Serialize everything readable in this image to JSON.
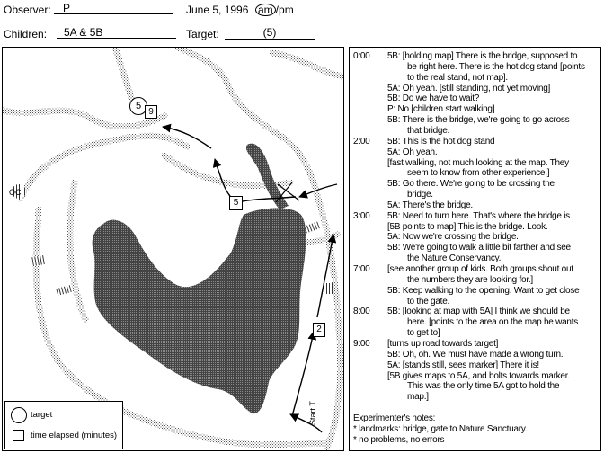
{
  "header": {
    "observer_label": "Observer:",
    "observer_value": "P",
    "date": "June 5, 1996",
    "am": "am",
    "pm": "pm",
    "children_label": "Children:",
    "children_value": "5A & 5B",
    "target_label": "Target:",
    "target_value": "(5)"
  },
  "map": {
    "target_marker": "5",
    "time_markers": [
      "9",
      "5",
      "2"
    ],
    "start_label": "Start T",
    "oc_label": "OC",
    "legend": {
      "target_label": "target",
      "time_label": "time elapsed (minutes)"
    }
  },
  "notes": {
    "lines": [
      {
        "t": "0:00",
        "s": "5B: [holding map] There is the bridge, supposed to"
      },
      {
        "s": "be right here.  There is the hot dog stand [points"
      },
      {
        "s": "to the real stand, not map]."
      },
      {
        "s": "5A:  Oh yeah.  [still standing, not yet moving]"
      },
      {
        "s": "5B:  Do we have to wait?"
      },
      {
        "s": "P:  No  [children start walking]"
      },
      {
        "s": "5B:  There is the bridge, we're going to go across"
      },
      {
        "s": "that bridge."
      },
      {
        "t": "2:00",
        "s": "5B:  This is the hot dog stand"
      },
      {
        "s": "5A: Oh yeah."
      },
      {
        "s": "[fast walking, not much looking at the map.  They"
      },
      {
        "s": "seem to know from other experience.]"
      },
      {
        "s": "5B: Go there.  We're going to be crossing the"
      },
      {
        "s": "bridge."
      },
      {
        "s": "5A:  There's the bridge."
      },
      {
        "t": "3:00",
        "s": "5B:   Need to turn here.  That's where the bridge is"
      },
      {
        "s": "[5B points to map]  This is the bridge.  Look."
      },
      {
        "s": "5A:  Now we're crossing the bridge."
      },
      {
        "s": "5B:  We're going to walk a little bit farther and see"
      },
      {
        "s": "the Nature Conservancy."
      },
      {
        "t": "7:00",
        "s": "[see another group of kids.  Both groups shout out"
      },
      {
        "s": "the numbers they are looking for.]"
      },
      {
        "s": "5B:  Keep walking to the opening.  Want to get close"
      },
      {
        "s": "to the gate."
      },
      {
        "t": "8:00",
        "s": "5B:  [looking at map with 5A]  I think we should be"
      },
      {
        "s": "here.  [points to the area on the map he wants"
      },
      {
        "s": "to get to]"
      },
      {
        "t": "9:00",
        "s": "[turns up road towards target]"
      },
      {
        "s": "5B: Oh, oh.  We must have made a wrong turn."
      },
      {
        "s": "5A:  [stands still, sees marker]  There it is!"
      },
      {
        "s": "[5B gives maps to 5A, and bolts towards marker."
      },
      {
        "s": "This was the only time 5A got to hold the"
      },
      {
        "s": "map.]"
      }
    ],
    "exp_title": "Experimenter's notes:",
    "exp_items": [
      "* landmarks:  bridge, gate to Nature Sanctuary.",
      "* no problems, no errors"
    ]
  }
}
